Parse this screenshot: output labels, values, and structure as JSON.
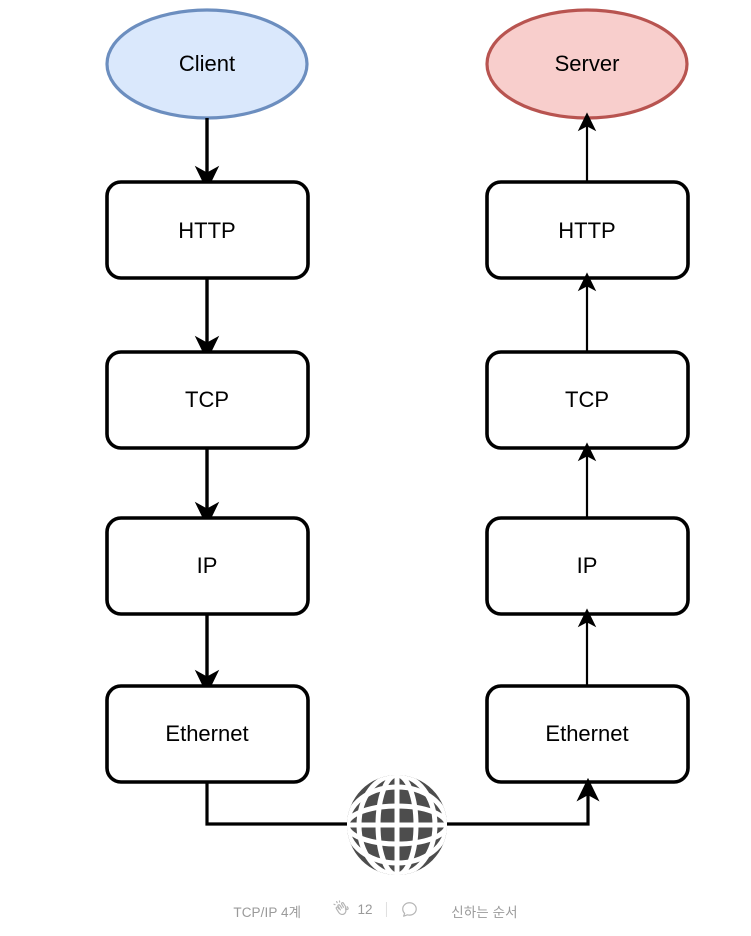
{
  "diagram": {
    "title_caption_left": "TCP/IP 4계",
    "title_caption_right": "신하는 순서",
    "client": {
      "label": "Client",
      "fill": "#dae8fc",
      "stroke": "#6c8ebf"
    },
    "server": {
      "label": "Server",
      "fill": "#f8cecc",
      "stroke": "#b85450"
    },
    "send_stack": [
      {
        "label": "HTTP"
      },
      {
        "label": "TCP"
      },
      {
        "label": "IP"
      },
      {
        "label": "Ethernet"
      }
    ],
    "receive_stack": [
      {
        "label": "HTTP"
      },
      {
        "label": "TCP"
      },
      {
        "label": "IP"
      },
      {
        "label": "Ethernet"
      }
    ],
    "network": {
      "icon": "globe-icon",
      "color": "#4d4d4d"
    },
    "line_color": "#000000"
  },
  "reactions": {
    "clap_icon": "clap-icon",
    "clap_count": "12",
    "comment_icon": "comment-icon"
  }
}
